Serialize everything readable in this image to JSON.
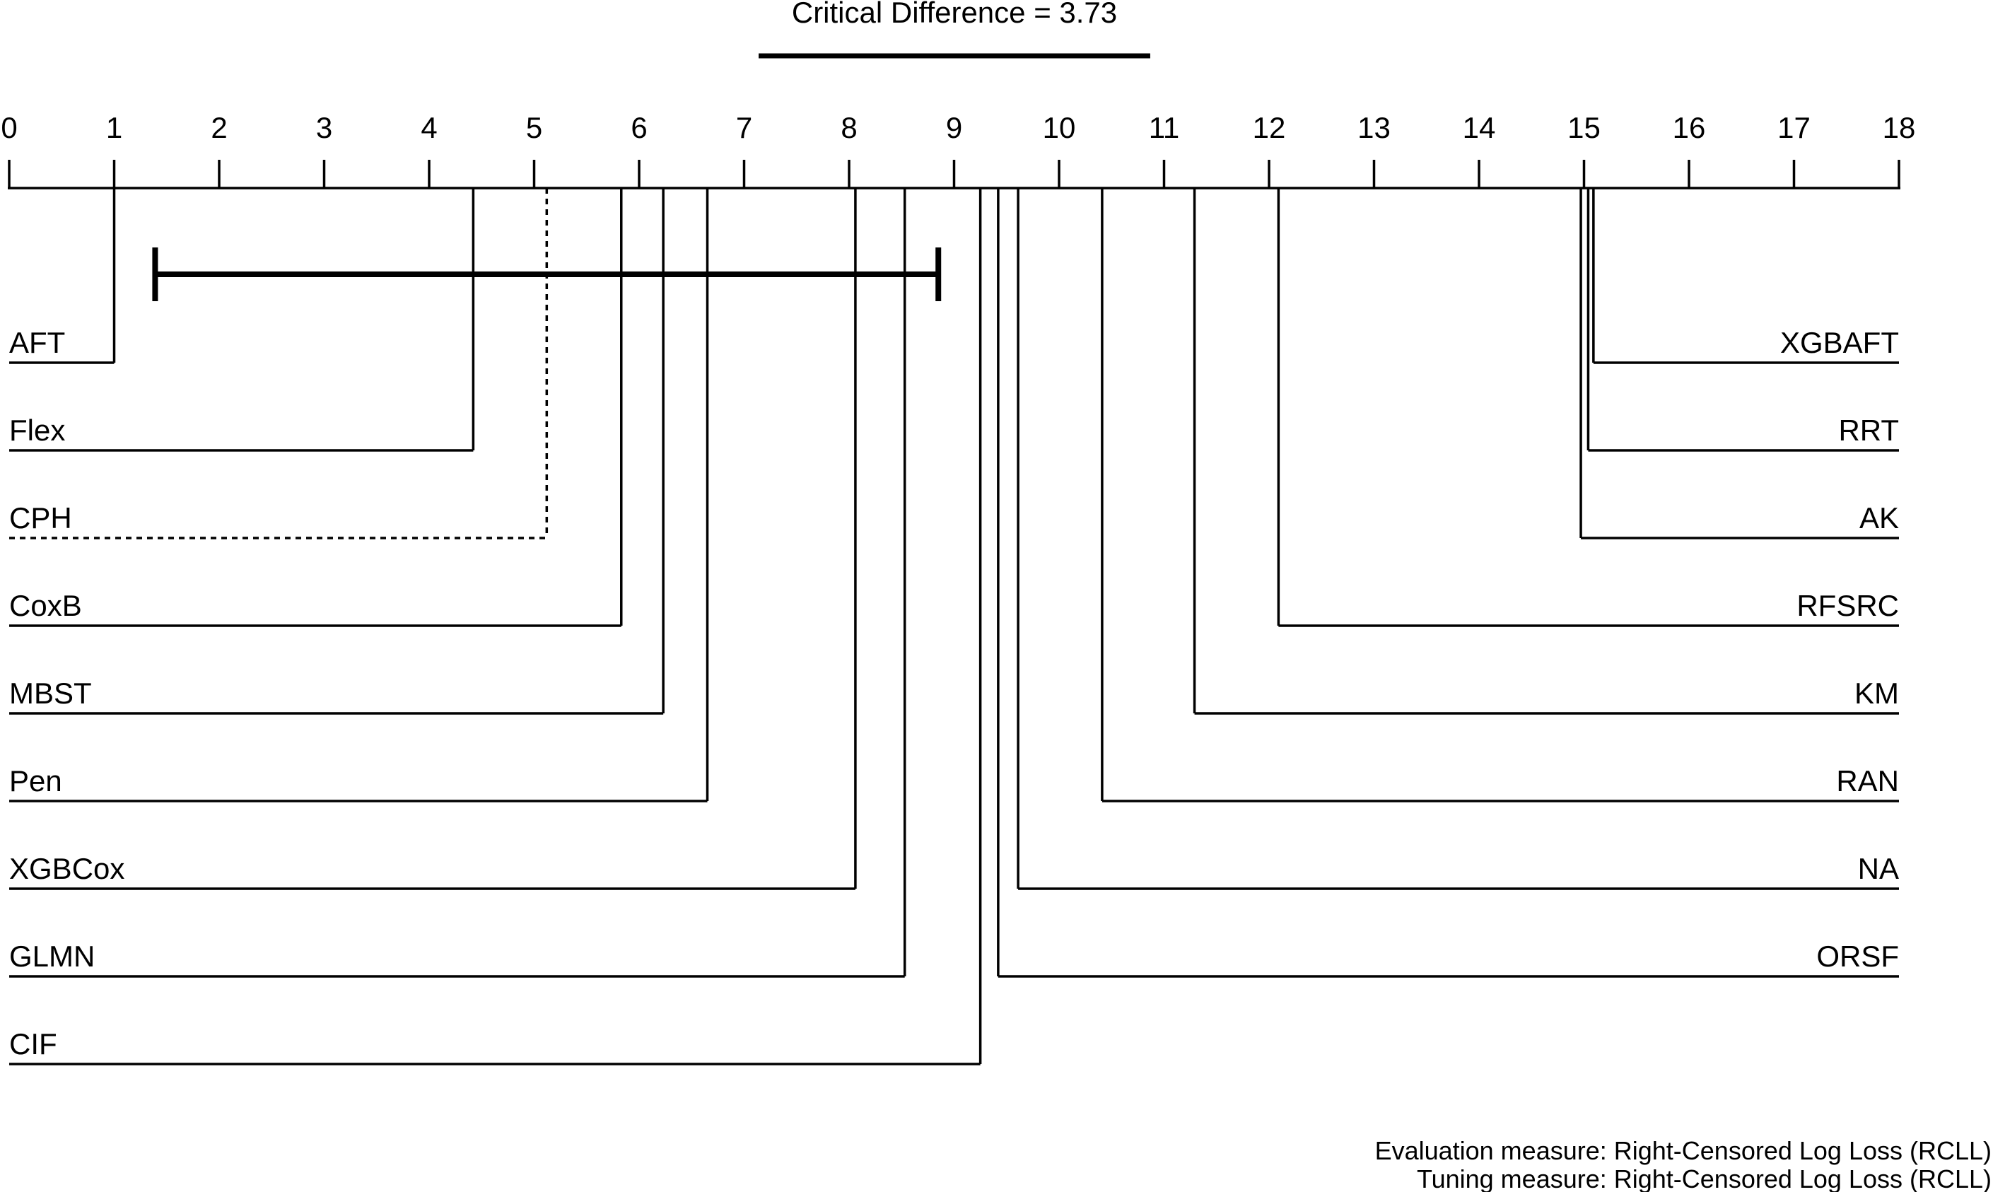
{
  "chart_data": {
    "type": "critical-difference",
    "title": "Critical Difference = 3.73",
    "critical_difference": 3.73,
    "axis": {
      "min": 0,
      "max": 18,
      "ticks": [
        0,
        1,
        2,
        3,
        4,
        5,
        6,
        7,
        8,
        9,
        10,
        11,
        12,
        13,
        14,
        15,
        16,
        17,
        18
      ]
    },
    "baseline": {
      "name": "CPH",
      "rank": 5.12,
      "cd_interval": [
        1.39,
        8.85
      ]
    },
    "left_learners": [
      {
        "name": "AFT",
        "rank": 1.0
      },
      {
        "name": "Flex",
        "rank": 4.42
      },
      {
        "name": "CPH",
        "rank": 5.12,
        "baseline": true
      },
      {
        "name": "CoxB",
        "rank": 5.83
      },
      {
        "name": "MBST",
        "rank": 6.23
      },
      {
        "name": "Pen",
        "rank": 6.65
      },
      {
        "name": "XGBCox",
        "rank": 8.06
      },
      {
        "name": "GLMN",
        "rank": 8.53
      },
      {
        "name": "CIF",
        "rank": 9.25
      }
    ],
    "right_learners": [
      {
        "name": "XGBAFT",
        "rank": 15.09
      },
      {
        "name": "RRT",
        "rank": 15.04
      },
      {
        "name": "AK",
        "rank": 14.97
      },
      {
        "name": "RFSRC",
        "rank": 12.09
      },
      {
        "name": "KM",
        "rank": 11.29
      },
      {
        "name": "RAN",
        "rank": 10.41
      },
      {
        "name": "NA",
        "rank": 9.61
      },
      {
        "name": "ORSF",
        "rank": 9.42
      }
    ]
  },
  "footer": {
    "evaluation": "Evaluation measure: Right-Censored Log Loss (RCLL)",
    "tuning": "Tuning measure: Right-Censored Log Loss (RCLL)"
  }
}
